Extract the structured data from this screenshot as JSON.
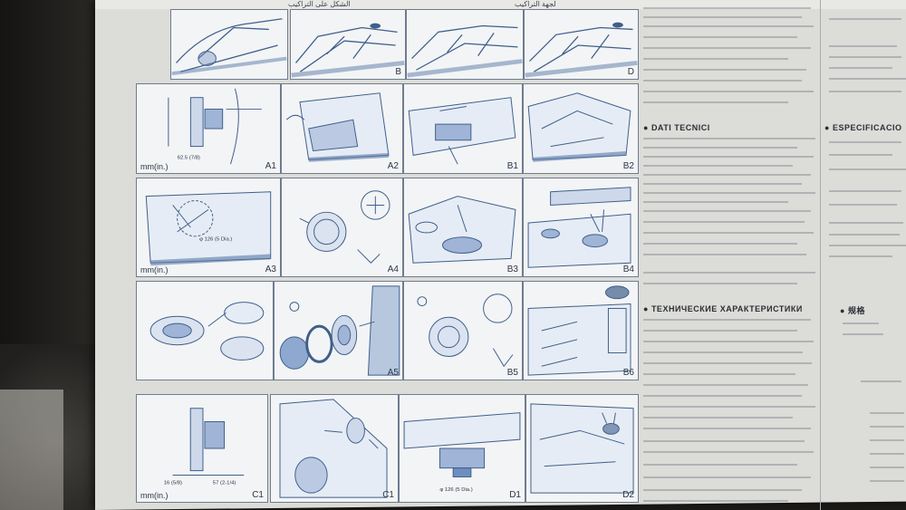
{
  "header": {
    "arabic_left": "الشكل على التراكيب",
    "arabic_right": "لجهة التراكيب"
  },
  "panels": {
    "row1": [
      "",
      "B",
      "",
      "D"
    ],
    "row2": [
      "A1",
      "A2",
      "B1",
      "B2"
    ],
    "row3": [
      "A3",
      "A4",
      "B3",
      "B4"
    ],
    "row4": [
      "",
      "A5",
      "B5",
      "B6"
    ],
    "row5": [
      "C1",
      "C1",
      "D1",
      "D2"
    ],
    "mm_label": "mm(in.)"
  },
  "specs": {
    "italian_title": "DATI TECNICI",
    "spanish_title": "ESPECIFICACIO",
    "russian_title": "ТЕХНИЧЕСКИЕ ХАРАКТЕРИСТИКИ",
    "chinese_title": "规格"
  },
  "colors": {
    "panel_bg": "#f3f4f6",
    "line_ink": "#3e5f8a",
    "paper": "#dcdcd8"
  }
}
